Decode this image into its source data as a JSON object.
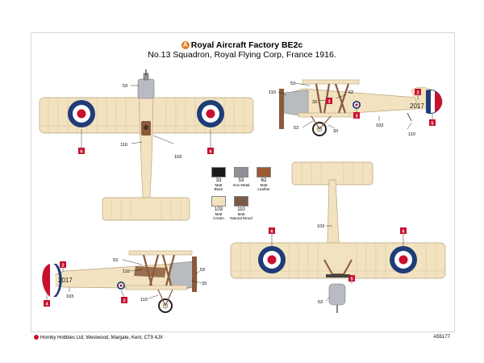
{
  "header": {
    "badge": "A",
    "title": "Royal Aircraft Factory BE2c",
    "subtitle": "No.13 Squadron, Royal Flying Corp, France 1916."
  },
  "paints": [
    {
      "code": "33",
      "line1": "Matt",
      "line2": "Black",
      "color": "#1a1a1a"
    },
    {
      "code": "53",
      "line1": "Gun Metal",
      "line2": "",
      "color": "#8e9296"
    },
    {
      "code": "62",
      "line1": "Matt",
      "line2": "Leather",
      "color": "#9a5a34"
    },
    {
      "code": "103",
      "line1": "Matt",
      "line2": "Cream",
      "color": "#f2e2bf"
    },
    {
      "code": "110",
      "line1": "Matt",
      "line2": "Natural Wood",
      "color": "#7a5a44"
    }
  ],
  "callouts": {
    "c53": "53",
    "c110": "110",
    "c103": "103",
    "c33": "33",
    "c62": "62",
    "c3": "3",
    "c2": "2",
    "c4": "4",
    "c5": "5",
    "c6": "6"
  },
  "aircraft": {
    "serial": "2017"
  },
  "colors": {
    "fabric": "#f2e2bf",
    "fabric_line": "#d8c49c",
    "metal": "#b8bcc0",
    "wood": "#8a5a3a",
    "roundel_blue": "#1e3c78",
    "roundel_red": "#c8102e",
    "tag_red": "#c8102e"
  },
  "footer": {
    "company": "Hornby Hobbies Ltd, Westwood, Margate, Kent, CT9 4JX",
    "code": "A55177"
  }
}
